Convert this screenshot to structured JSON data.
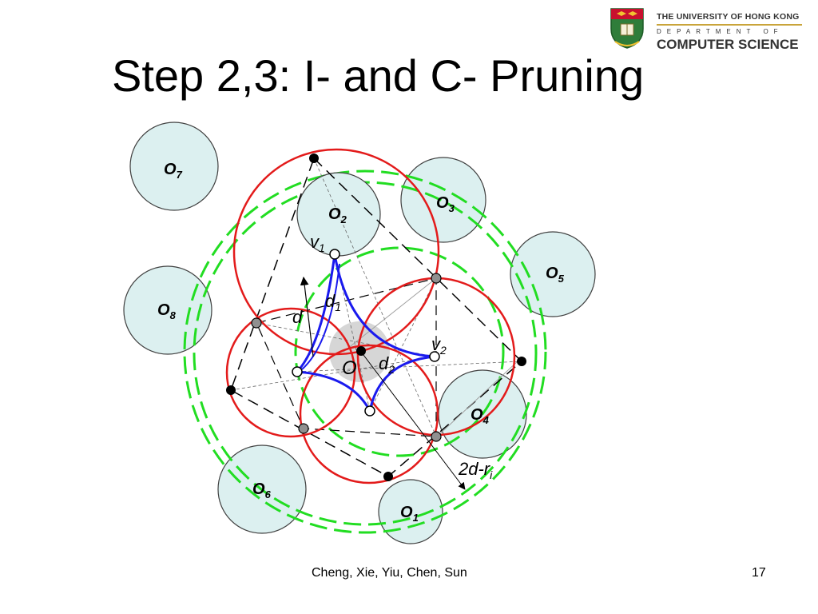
{
  "slide": {
    "title": "Step 2,3: I- and C- Pruning",
    "footer": "Cheng, Xie, Yiu, Chen, Sun",
    "page_number": "17"
  },
  "logo": {
    "university": "THE UNIVERSITY OF HONG KONG",
    "department": "DEPARTMENT OF",
    "school": "COMPUTER SCIENCE"
  },
  "diagram": {
    "objects": [
      {
        "id": "o1",
        "base": "O",
        "sub": "1"
      },
      {
        "id": "o2",
        "base": "O",
        "sub": "2"
      },
      {
        "id": "o3",
        "base": "O",
        "sub": "3"
      },
      {
        "id": "o4",
        "base": "O",
        "sub": "4"
      },
      {
        "id": "o5",
        "base": "O",
        "sub": "5"
      },
      {
        "id": "o6",
        "base": "O",
        "sub": "6"
      },
      {
        "id": "o7",
        "base": "O",
        "sub": "7"
      },
      {
        "id": "o8",
        "base": "O",
        "sub": "8"
      }
    ],
    "labels": {
      "v1_base": "v",
      "v1_sub": "1",
      "v2_base": "v",
      "v2_sub": "2",
      "d1_base": "d",
      "d1_sub": "1",
      "d2_base": "d",
      "d2_sub": "2",
      "d": "d",
      "center": "O",
      "far_base": "2d-r",
      "far_sub": "i"
    },
    "colors": {
      "object_fill": "#dcf0f0",
      "outline": "#404040",
      "red": "#e31b1b",
      "green": "#22dd22",
      "blue": "#1a1aee",
      "gray": "#a0a0a0"
    }
  }
}
